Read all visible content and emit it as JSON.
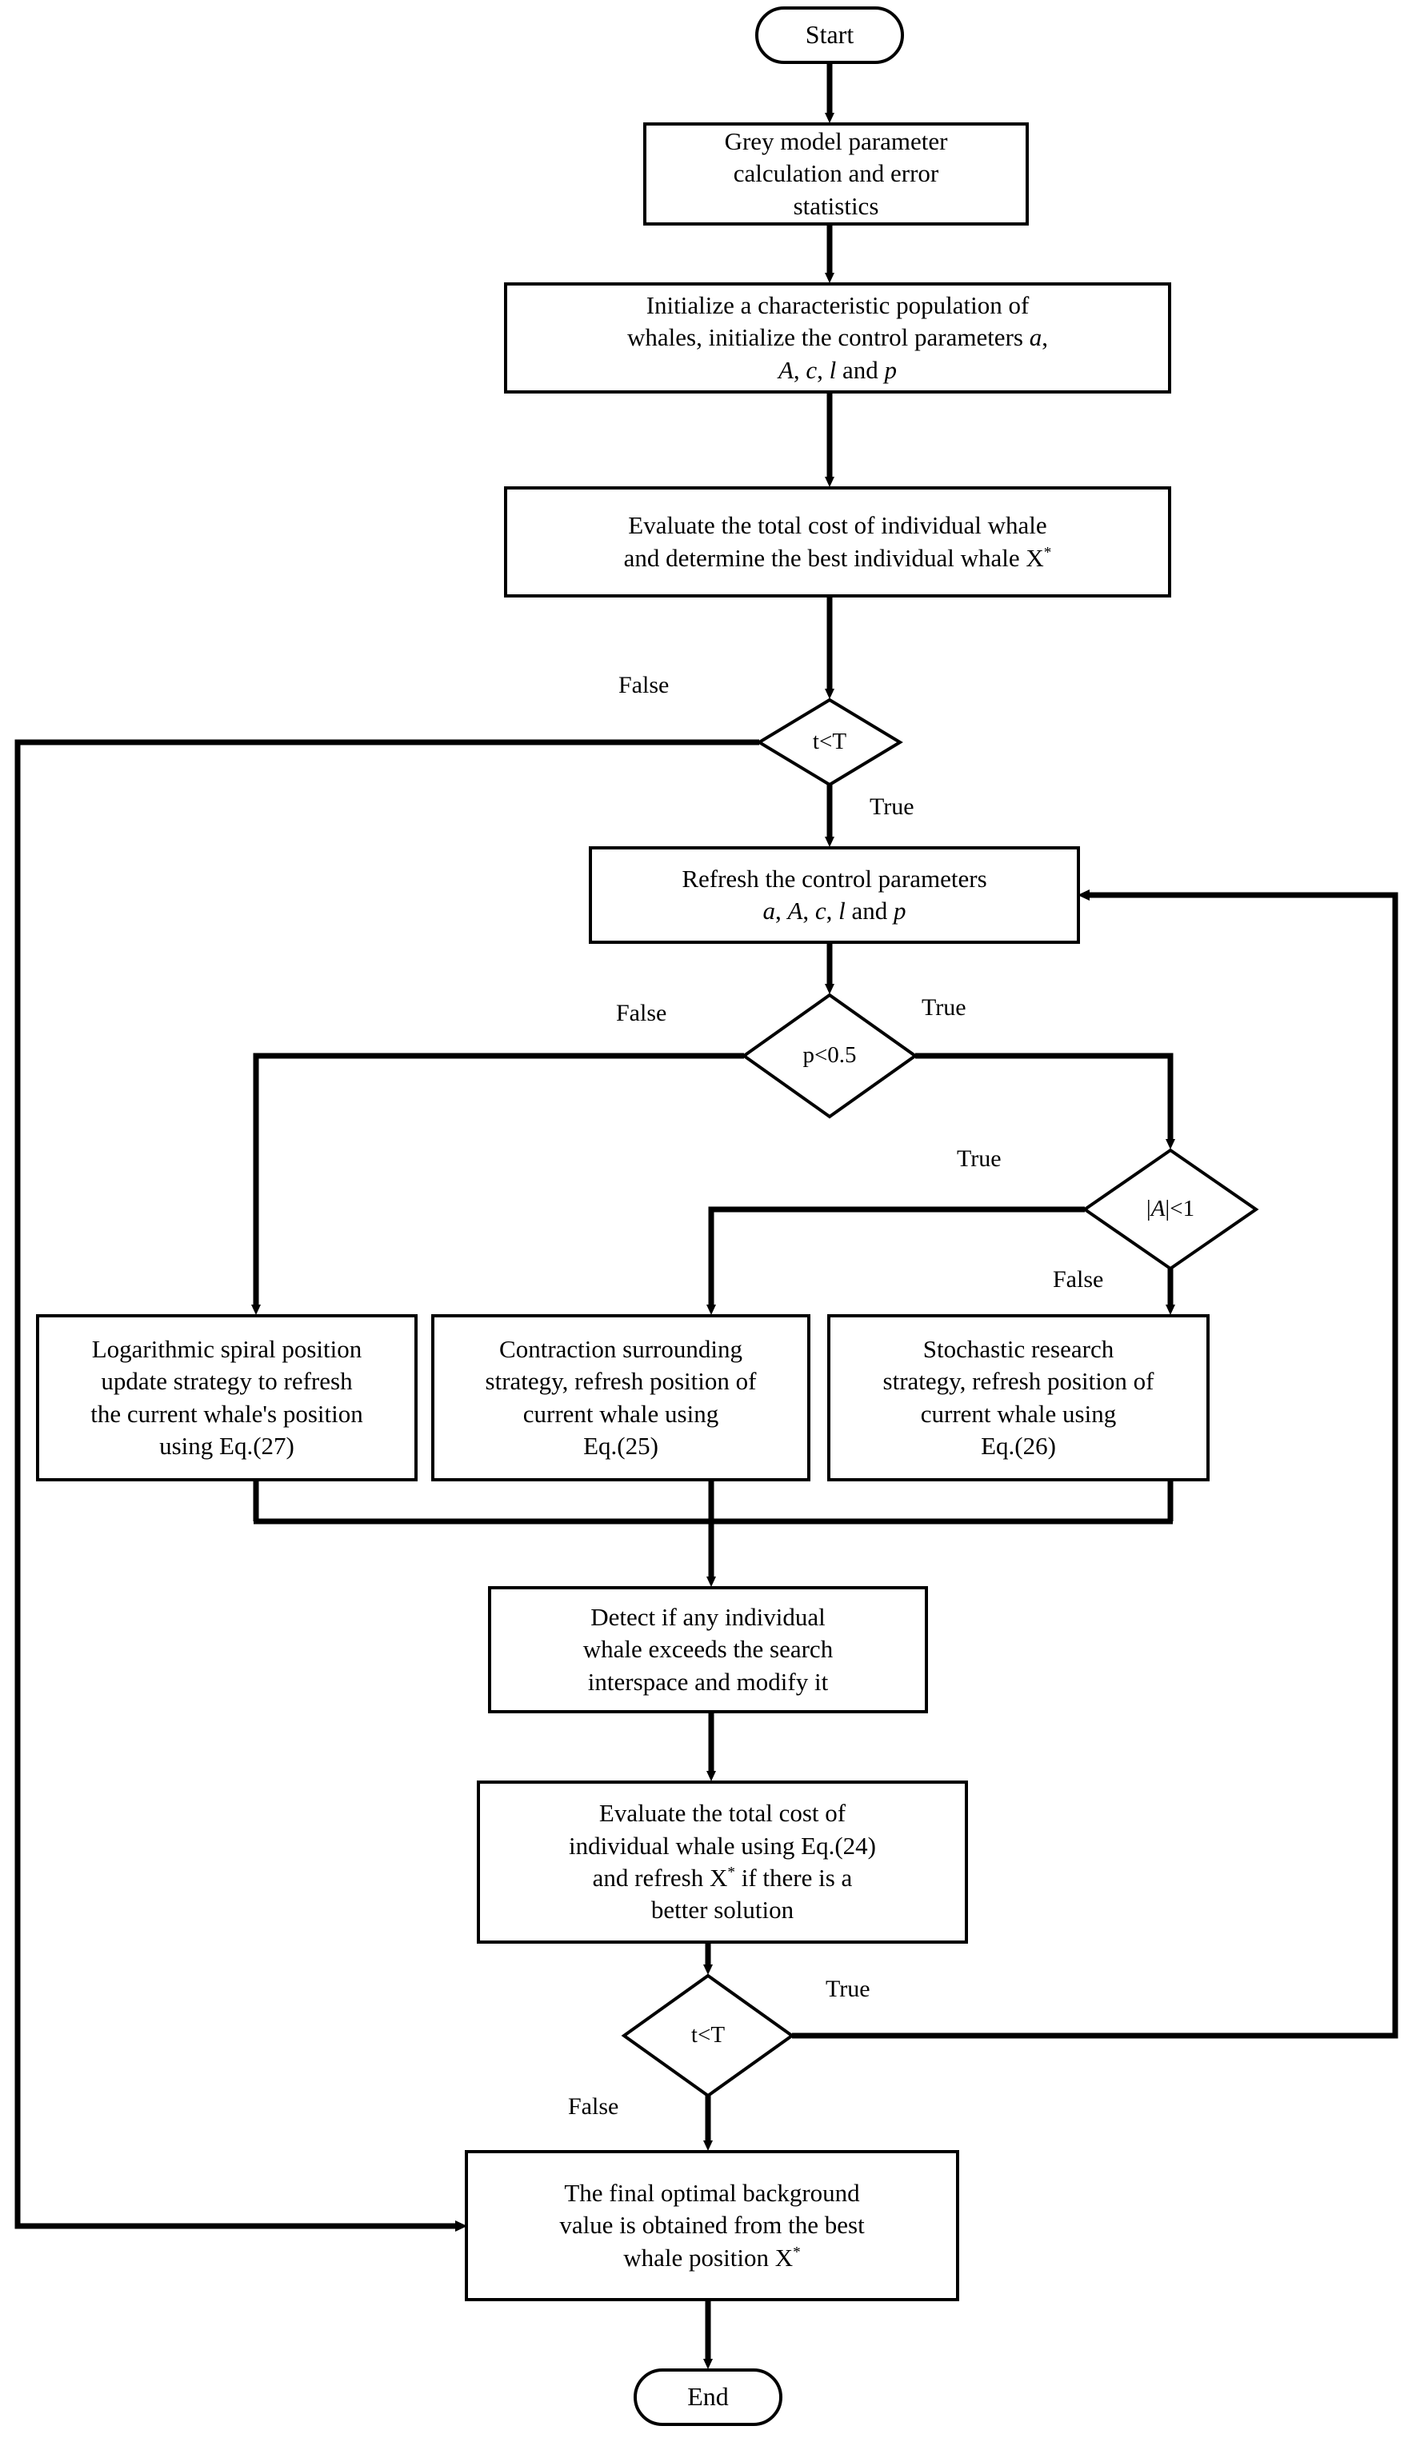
{
  "diagram": {
    "title": "Improved Whale Optimization Algorithm flowchart for grey model background value",
    "type": "flowchart",
    "stroke_color": "#000000",
    "fill_color": "#ffffff",
    "background": "#ffffff"
  },
  "nodes": {
    "start": {
      "id": "start",
      "shape": "terminator",
      "label": "Start"
    },
    "grey_model": {
      "id": "grey_model",
      "shape": "process",
      "label": "Grey model parameter\ncalculation and error\nstatistics"
    },
    "initialize": {
      "id": "initialize",
      "shape": "process",
      "label_pre": "Initialize a characteristic population of\nwhales, initialize the control parameters ",
      "v1": "a",
      "sep1": ",\n",
      "v2": "A",
      "sep2": ", ",
      "v3": "c",
      "sep3": ", ",
      "v4": "l",
      "sep4": " and ",
      "v5": "p"
    },
    "evaluate_best": {
      "id": "evaluate_best",
      "shape": "process",
      "label_pre": "Evaluate the total cost of individual whale\nand determine the best individual whale X",
      "sup": "*"
    },
    "decision_tT_top": {
      "id": "decision_tT_top",
      "shape": "decision",
      "label": "t<T"
    },
    "refresh_params": {
      "id": "refresh_params",
      "shape": "process",
      "label_pre": "Refresh the control parameters\n",
      "v1": "a",
      "sep1": ", ",
      "v2": "A",
      "sep2": ", ",
      "v3": "c",
      "sep3": ", ",
      "v4": "l",
      "sep4": " and ",
      "v5": "p"
    },
    "decision_p": {
      "id": "decision_p",
      "shape": "decision",
      "label": "p<0.5"
    },
    "decision_A": {
      "id": "decision_A",
      "shape": "decision",
      "label_pre": "|",
      "v1": "A",
      "label_post": "|<1"
    },
    "spiral": {
      "id": "spiral",
      "shape": "process",
      "label": "Logarithmic spiral position\nupdate strategy to refresh\nthe current whale's position\nusing Eq.(27)"
    },
    "contraction": {
      "id": "contraction",
      "shape": "process",
      "label": "Contraction surrounding\nstrategy, refresh position of\ncurrent whale using\nEq.(25)"
    },
    "stochastic": {
      "id": "stochastic",
      "shape": "process",
      "label": "Stochastic research\nstrategy, refresh position of\ncurrent whale using\nEq.(26)"
    },
    "detect": {
      "id": "detect",
      "shape": "process",
      "label": "Detect if any individual\nwhale exceeds the search\ninterspace and modify it"
    },
    "evaluate_cost": {
      "id": "evaluate_cost",
      "shape": "process",
      "label_pre": "Evaluate the total cost of\nindividual whale using Eq.(24)\nand refresh X",
      "sup": "*",
      "label_post": " if there is a\nbetter solution"
    },
    "decision_tT_bottom": {
      "id": "decision_tT_bottom",
      "shape": "decision",
      "label": "t<T"
    },
    "final_value": {
      "id": "final_value",
      "shape": "process",
      "label_pre": "The final optimal background\nvalue is obtained from the best\nwhale position X",
      "sup": "*"
    },
    "end": {
      "id": "end",
      "shape": "terminator",
      "label": "End"
    }
  },
  "edge_labels": {
    "tT_top_false": "False",
    "tT_top_true": "True",
    "p_false": "False",
    "p_true": "True",
    "A_true": "True",
    "A_false": "False",
    "tT_bottom_true": "True",
    "tT_bottom_false": "False"
  },
  "edges": [
    {
      "from": "start",
      "to": "grey_model",
      "label": ""
    },
    {
      "from": "grey_model",
      "to": "initialize",
      "label": ""
    },
    {
      "from": "initialize",
      "to": "evaluate_best",
      "label": ""
    },
    {
      "from": "evaluate_best",
      "to": "decision_tT_top",
      "label": ""
    },
    {
      "from": "decision_tT_top",
      "to": "final_value",
      "label": "False"
    },
    {
      "from": "decision_tT_top",
      "to": "refresh_params",
      "label": "True"
    },
    {
      "from": "refresh_params",
      "to": "decision_p",
      "label": ""
    },
    {
      "from": "decision_p",
      "to": "spiral",
      "label": "False"
    },
    {
      "from": "decision_p",
      "to": "decision_A",
      "label": "True"
    },
    {
      "from": "decision_A",
      "to": "contraction",
      "label": "True"
    },
    {
      "from": "decision_A",
      "to": "stochastic",
      "label": "False"
    },
    {
      "from": "spiral",
      "to": "detect",
      "label": ""
    },
    {
      "from": "contraction",
      "to": "detect",
      "label": ""
    },
    {
      "from": "stochastic",
      "to": "detect",
      "label": ""
    },
    {
      "from": "detect",
      "to": "evaluate_cost",
      "label": ""
    },
    {
      "from": "evaluate_cost",
      "to": "decision_tT_bottom",
      "label": ""
    },
    {
      "from": "decision_tT_bottom",
      "to": "refresh_params",
      "label": "True"
    },
    {
      "from": "decision_tT_bottom",
      "to": "final_value",
      "label": "False"
    },
    {
      "from": "final_value",
      "to": "end",
      "label": ""
    }
  ]
}
